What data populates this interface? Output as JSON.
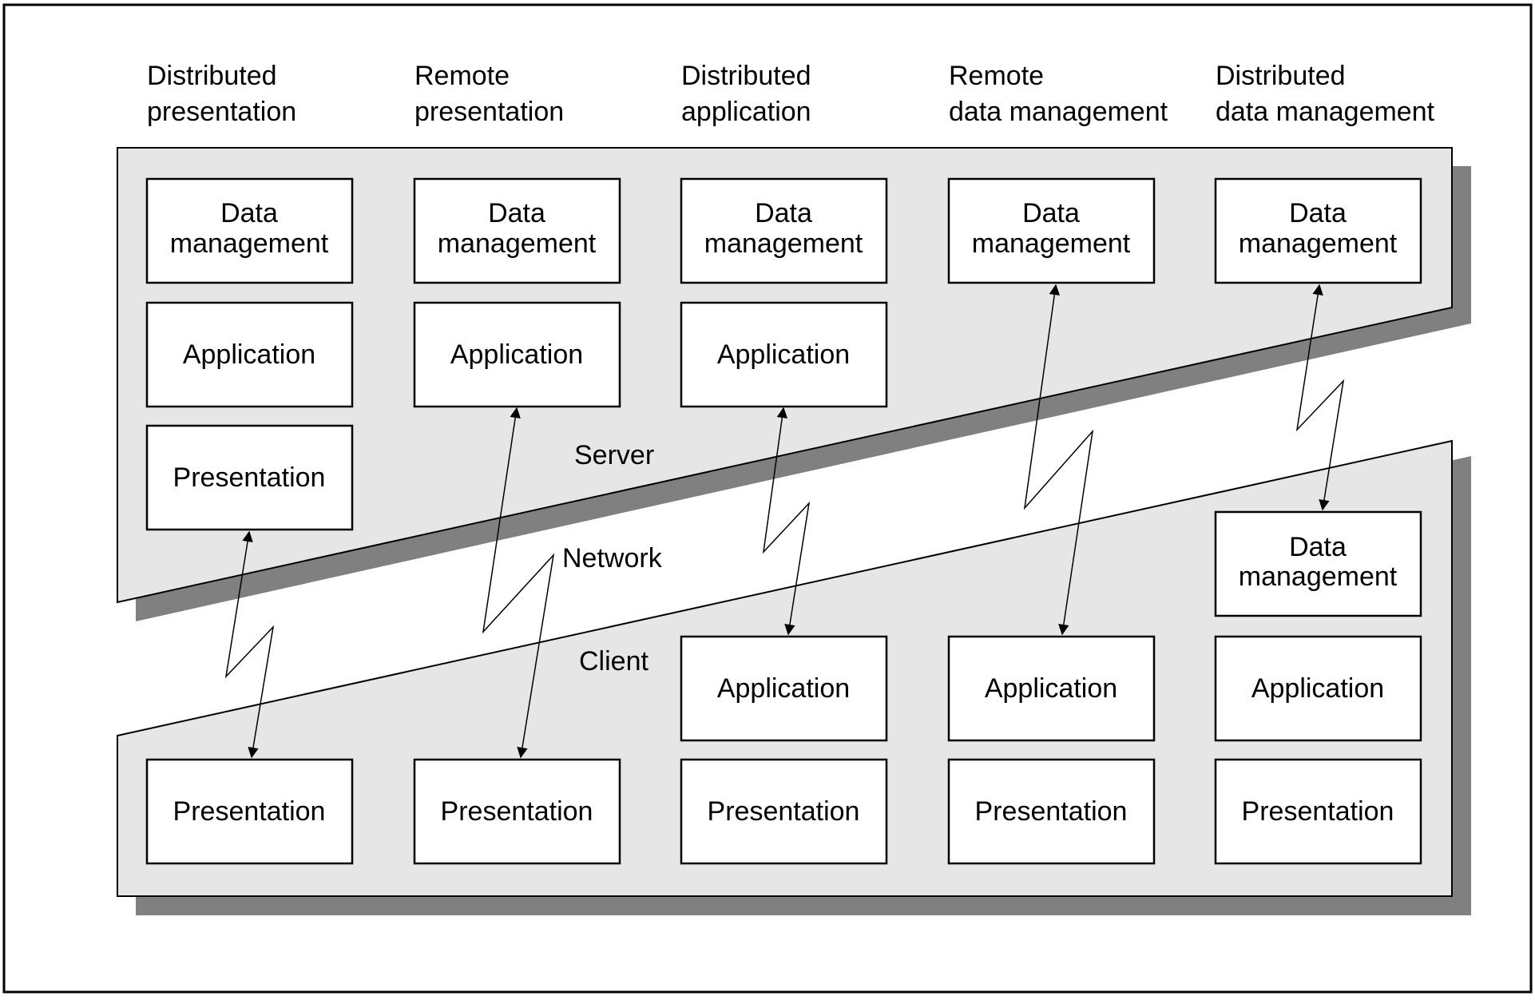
{
  "columns": [
    {
      "heading": [
        "Distributed",
        "presentation"
      ]
    },
    {
      "heading": [
        "Remote",
        "presentation"
      ]
    },
    {
      "heading": [
        "Distributed",
        "application"
      ]
    },
    {
      "heading": [
        "Remote",
        "data management"
      ]
    },
    {
      "heading": [
        "Distributed",
        "data management"
      ]
    }
  ],
  "box_labels": {
    "data_management": [
      "Data",
      "management"
    ],
    "application": "Application",
    "presentation": "Presentation"
  },
  "regions": {
    "server": "Server",
    "network": "Network",
    "client": "Client"
  },
  "colors": {
    "panel_fill": "#e6e6e6",
    "shadow": "#808080",
    "box_fill": "#ffffff",
    "stroke": "#000000",
    "frame": "#000000"
  }
}
